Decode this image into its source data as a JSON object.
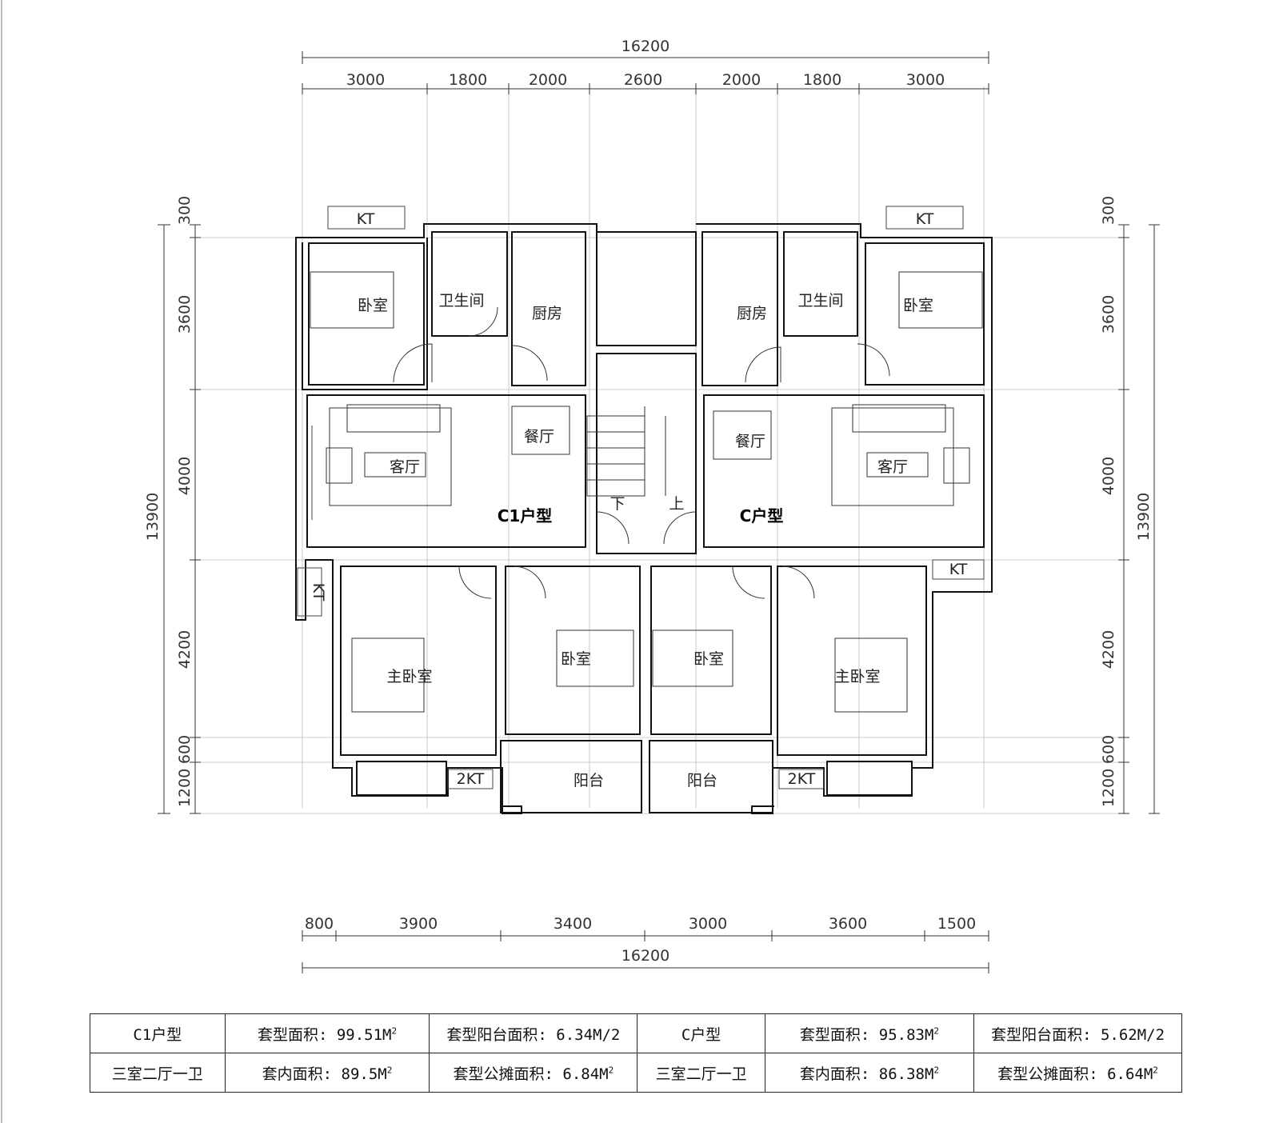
{
  "dimensions": {
    "top_total": "16200",
    "top_segments": [
      "3000",
      "1800",
      "2000",
      "2600",
      "2000",
      "1800",
      "3000"
    ],
    "bottom_total": "16200",
    "bottom_segments": [
      "800",
      "3900",
      "3400",
      "3000",
      "3600",
      "1500"
    ],
    "left_total": "13900",
    "left_segments": [
      "300",
      "3600",
      "4000",
      "4200",
      "600",
      "1200"
    ],
    "right_total": "13900",
    "right_segments": [
      "300",
      "3600",
      "4000",
      "4200",
      "600",
      "1200"
    ]
  },
  "rooms": {
    "bedroom": "卧室",
    "bathroom": "卫生间",
    "kitchen": "厨房",
    "dining": "餐厅",
    "living": "客厅",
    "master_bedroom": "主卧室",
    "balcony": "阳台",
    "ac": "KT",
    "ac2": "2KT",
    "stair_down": "下",
    "stair_up": "上"
  },
  "units": {
    "left_label": "C1户型",
    "right_label": "C户型"
  },
  "table": {
    "row1": {
      "c1_type": "C1户型",
      "c1_area": "套型面积: 99.51M",
      "c1_balcony": "套型阳台面积: 6.34M/2",
      "c_type": "C户型",
      "c_area": "套型面积: 95.83M",
      "c_balcony": "套型阳台面积: 5.62M/2"
    },
    "row2": {
      "c1_rooms": "三室二厅一卫",
      "c1_inner": "套内面积: 89.5M",
      "c1_shared": "套型公摊面积: 6.84M",
      "c_rooms": "三室二厅一卫",
      "c_inner": "套内面积: 86.38M",
      "c_shared": "套型公摊面积: 6.64M"
    },
    "sup": "2"
  }
}
